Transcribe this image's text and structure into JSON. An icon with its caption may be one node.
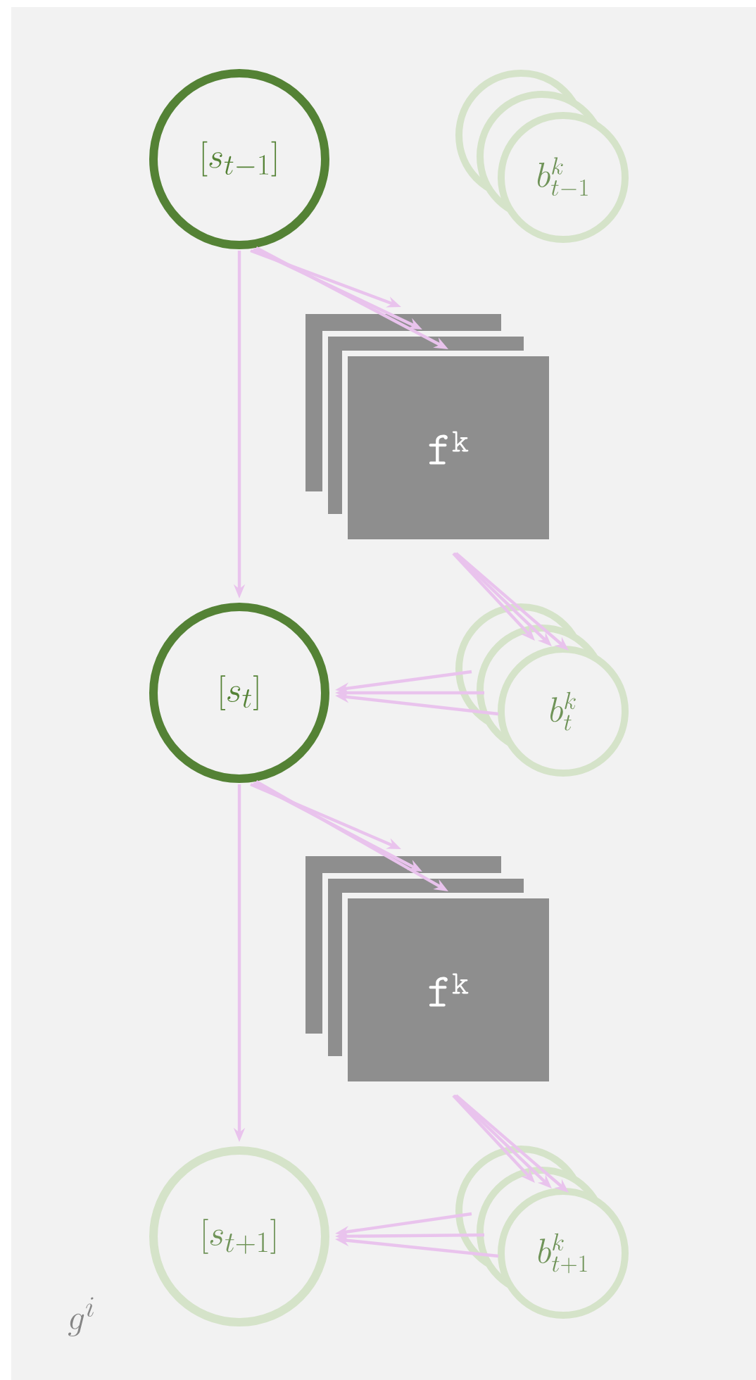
{
  "diagram": {
    "nodes": [
      {
        "text": [
          "[s_{t-1}]"
        ]
      },
      {
        "text": [
          "b^{k}_{t-1}"
        ]
      },
      {
        "text": [
          "\\mathtt{f}^{\\mathtt{k}}"
        ]
      },
      {
        "text": [
          "[s_{t}]"
        ]
      },
      {
        "text": [
          "b^{k}_{t}"
        ]
      },
      {
        "text": [
          "\\mathtt{f}^{\\mathtt{k}}"
        ]
      },
      {
        "text": [
          "[s_{t+1}]"
        ]
      },
      {
        "text": [
          "b^{k}_{t+1}"
        ]
      }
    ],
    "edges": [
      {
        "from": 0,
        "to": 3,
        "arrow": "to"
      },
      {
        "from": 0,
        "to": 2,
        "arrow": "to"
      },
      {
        "from": 0,
        "to": 2,
        "arrow": "to"
      },
      {
        "from": 0,
        "to": 2,
        "arrow": "to"
      },
      {
        "from": 2,
        "to": 4,
        "arrow": "to"
      },
      {
        "from": 2,
        "to": 4,
        "arrow": "to"
      },
      {
        "from": 2,
        "to": 4,
        "arrow": "to"
      },
      {
        "from": 4,
        "to": 3,
        "arrow": "to"
      },
      {
        "from": 4,
        "to": 3,
        "arrow": "to"
      },
      {
        "from": 4,
        "to": 3,
        "arrow": "to"
      },
      {
        "from": 3,
        "to": 6,
        "arrow": "to"
      },
      {
        "from": 3,
        "to": 5,
        "arrow": "to"
      },
      {
        "from": 3,
        "to": 5,
        "arrow": "to"
      },
      {
        "from": 3,
        "to": 5,
        "arrow": "to"
      },
      {
        "from": 5,
        "to": 7,
        "arrow": "to"
      },
      {
        "from": 5,
        "to": 7,
        "arrow": "to"
      },
      {
        "from": 5,
        "to": 7,
        "arrow": "to"
      },
      {
        "from": 7,
        "to": 6,
        "arrow": "to"
      },
      {
        "from": 7,
        "to": 6,
        "arrow": "to"
      },
      {
        "from": 7,
        "to": 6,
        "arrow": "to"
      }
    ],
    "labels": [
      "g^{i}"
    ]
  }
}
